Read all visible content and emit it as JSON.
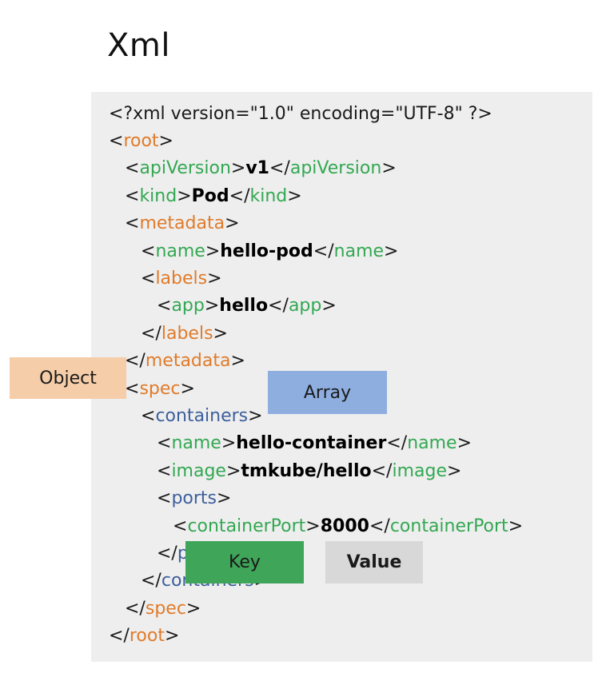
{
  "title": "Xml",
  "code": {
    "declaration": "<?xml version=\"1.0\" encoding=\"UTF-8\" ?>",
    "lines": [
      {
        "indent": 0,
        "type": "object",
        "kind": "open",
        "tag": "root"
      },
      {
        "indent": 1,
        "type": "key",
        "kind": "pair",
        "tag": "apiVersion",
        "value": "v1"
      },
      {
        "indent": 1,
        "type": "key",
        "kind": "pair",
        "tag": "kind",
        "value": "Pod"
      },
      {
        "indent": 1,
        "type": "object",
        "kind": "open",
        "tag": "metadata"
      },
      {
        "indent": 2,
        "type": "key",
        "kind": "pair",
        "tag": "name",
        "value": "hello-pod"
      },
      {
        "indent": 2,
        "type": "object",
        "kind": "open",
        "tag": "labels"
      },
      {
        "indent": 3,
        "type": "key",
        "kind": "pair",
        "tag": "app",
        "value": "hello"
      },
      {
        "indent": 2,
        "type": "object",
        "kind": "close",
        "tag": "labels"
      },
      {
        "indent": 1,
        "type": "object",
        "kind": "close",
        "tag": "metadata"
      },
      {
        "indent": 1,
        "type": "object",
        "kind": "open",
        "tag": "spec"
      },
      {
        "indent": 2,
        "type": "array",
        "kind": "open",
        "tag": "containers"
      },
      {
        "indent": 3,
        "type": "key",
        "kind": "pair",
        "tag": "name",
        "value": "hello-container"
      },
      {
        "indent": 3,
        "type": "key",
        "kind": "pair",
        "tag": "image",
        "value": "tmkube/hello"
      },
      {
        "indent": 3,
        "type": "array",
        "kind": "open",
        "tag": "ports"
      },
      {
        "indent": 4,
        "type": "key",
        "kind": "pair",
        "tag": "containerPort",
        "value": "8000"
      },
      {
        "indent": 3,
        "type": "array",
        "kind": "close",
        "tag": "ports"
      },
      {
        "indent": 2,
        "type": "array",
        "kind": "close",
        "tag": "containers"
      },
      {
        "indent": 1,
        "type": "object",
        "kind": "close",
        "tag": "spec"
      },
      {
        "indent": 0,
        "type": "object",
        "kind": "close",
        "tag": "root"
      }
    ]
  },
  "legend": {
    "object": "Object",
    "array": "Array",
    "key": "Key",
    "value": "Value"
  },
  "colors": {
    "object": "#e07b2a",
    "key": "#33a852",
    "array": "#3d5f9c",
    "value": "#000000",
    "legend_object": "#f5cda8",
    "legend_array": "#8eaee0",
    "legend_key": "#3fa558",
    "legend_value": "#d8d8d8"
  }
}
